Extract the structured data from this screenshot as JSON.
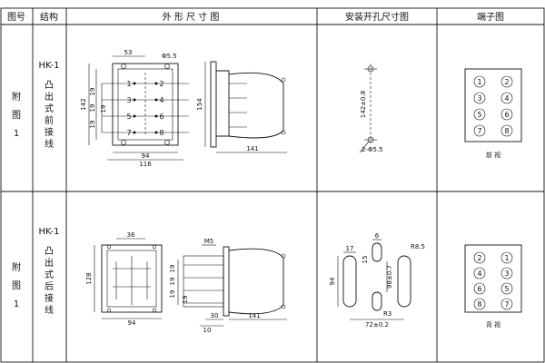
{
  "header": {
    "col_figure_no": "图号",
    "col_structure": "结构",
    "col_outline": "外 形 尺 寸 图",
    "col_mounting": "安装开孔尺寸图",
    "col_terminal": "端子图"
  },
  "rows": [
    {
      "figure_label": [
        "附",
        "图",
        "1"
      ],
      "model": "HK-1",
      "structure": [
        "凸",
        "出",
        "式",
        "前",
        "接",
        "线"
      ],
      "outline_dims": {
        "top_width": "53",
        "hole": "Φ5.5",
        "height": "154",
        "inner_height": "142",
        "pitch": [
          "19",
          "19",
          "19",
          "19"
        ],
        "inner_width": "94",
        "total_width": "116",
        "depth": "141"
      },
      "terminals_on_face": [
        "1",
        "2",
        "3",
        "4",
        "5",
        "6",
        "7",
        "8"
      ],
      "mounting_dims": {
        "spacing": "142±0.8",
        "hole": "2-Φ5.5"
      },
      "terminal_layout": [
        "1",
        "2",
        "3",
        "4",
        "5",
        "6",
        "7",
        "8"
      ],
      "view_label": "前 视"
    },
    {
      "figure_label": [
        "附",
        "图",
        "1"
      ],
      "model": "HK-1",
      "structure": [
        "凸",
        "出",
        "式",
        "后",
        "接",
        "线"
      ],
      "outline_dims": {
        "top_width": "36",
        "height": "128",
        "width": "94",
        "thread": "M5",
        "pitch": [
          "19",
          "19",
          "19",
          "19"
        ],
        "dim_30": "30",
        "dim_10": "10",
        "depth": "141"
      },
      "mounting_dims": {
        "slot_width": "17",
        "slot_height": "94",
        "dim_6": "6",
        "dim_15": "15",
        "dim_98": "98±0.7",
        "radius_big": "R8.5",
        "radius_small": "R3",
        "spacing": "72±0.2"
      },
      "terminal_layout": [
        "2",
        "1",
        "4",
        "3",
        "6",
        "5",
        "8",
        "7"
      ],
      "view_label": "背 视"
    }
  ]
}
